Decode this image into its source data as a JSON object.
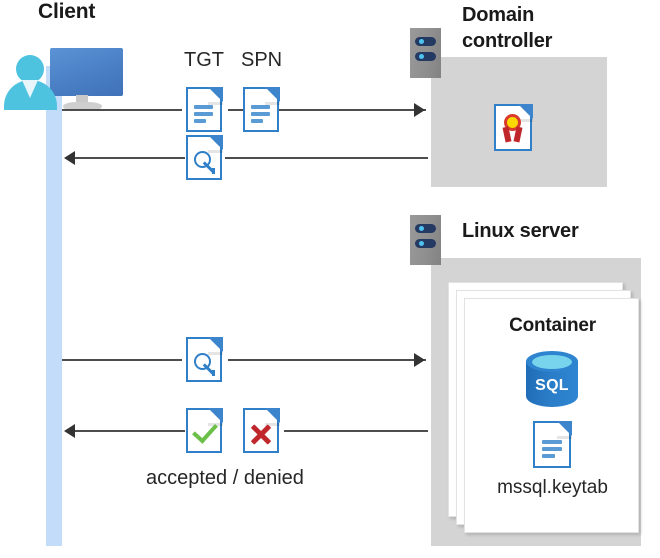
{
  "diagram": {
    "title": "Kerberos authentication flow between client, domain controller and Linux server container",
    "background_color": "#ffffff",
    "accent_blue": "#2f7fc9",
    "panel_gray": "#d4d4d4",
    "lifeline_blue": "#c2dcfa",
    "arrow_color": "#4d4d4d"
  },
  "client": {
    "label": "Client",
    "icon": "user-monitor-icon",
    "lifeline": "client-lifeline"
  },
  "domain_controller": {
    "label_line1": "Domain",
    "label_line2": "controller",
    "server_icon": "server-rack-icon",
    "content_icon": "certificate-document-icon"
  },
  "linux_server": {
    "label": "Linux server",
    "server_icon": "server-rack-icon",
    "container": {
      "label": "Container",
      "database_icon": "sql-database-icon",
      "database_text": "SQL",
      "keytab_icon": "document-icon",
      "keytab_label": "mssql.keytab",
      "stack_count": 3
    }
  },
  "messages": [
    {
      "id": "msg-request-tgt-spn",
      "direction": "right",
      "labels": [
        "TGT",
        "SPN"
      ],
      "icons": [
        "document-icon",
        "document-icon"
      ]
    },
    {
      "id": "msg-service-ticket",
      "direction": "left",
      "labels": [],
      "icons": [
        "key-document-icon"
      ]
    },
    {
      "id": "msg-present-ticket",
      "direction": "right",
      "labels": [],
      "icons": [
        "key-document-icon"
      ]
    },
    {
      "id": "msg-accepted-denied",
      "direction": "left",
      "caption": "accepted / denied",
      "icons": [
        "accepted-document-icon",
        "denied-document-icon"
      ]
    }
  ],
  "labels": {
    "tgt": "TGT",
    "spn": "SPN",
    "accepted_denied": "accepted / denied"
  }
}
